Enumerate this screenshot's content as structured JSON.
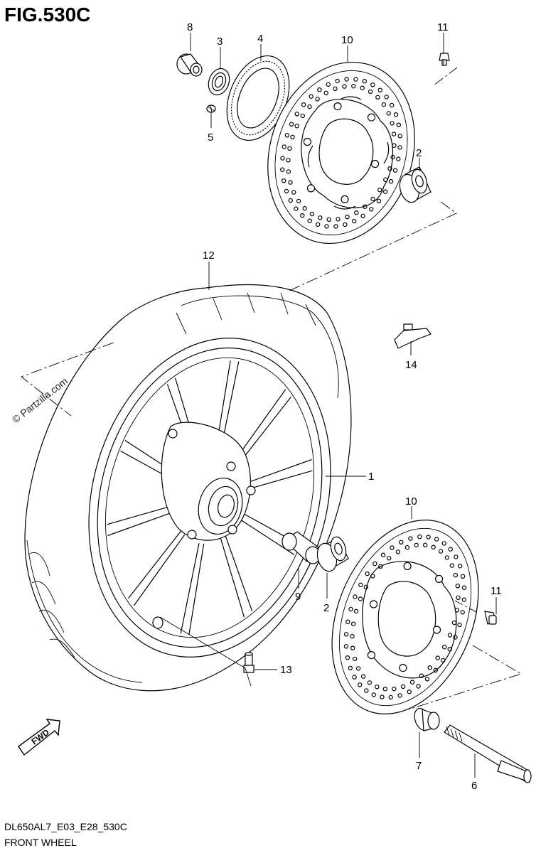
{
  "figure": {
    "title": "FIG.530C",
    "model_code": "DL650AL7_E03_E28_530C",
    "caption": "FRONT WHEEL",
    "watermark": "© Partzilla.com"
  },
  "direction_label": "FWD",
  "callouts": [
    {
      "id": "c8",
      "label": "8"
    },
    {
      "id": "c3",
      "label": "3"
    },
    {
      "id": "c4",
      "label": "4"
    },
    {
      "id": "c5",
      "label": "5"
    },
    {
      "id": "c10a",
      "label": "10"
    },
    {
      "id": "c11a",
      "label": "11"
    },
    {
      "id": "c2a",
      "label": "2"
    },
    {
      "id": "c12",
      "label": "12"
    },
    {
      "id": "c14",
      "label": "14"
    },
    {
      "id": "c1",
      "label": "1"
    },
    {
      "id": "c10b",
      "label": "10"
    },
    {
      "id": "c11b",
      "label": "11"
    },
    {
      "id": "c9",
      "label": "9"
    },
    {
      "id": "c2b",
      "label": "2"
    },
    {
      "id": "c13",
      "label": "13"
    },
    {
      "id": "c7",
      "label": "7"
    },
    {
      "id": "c6",
      "label": "6"
    }
  ]
}
